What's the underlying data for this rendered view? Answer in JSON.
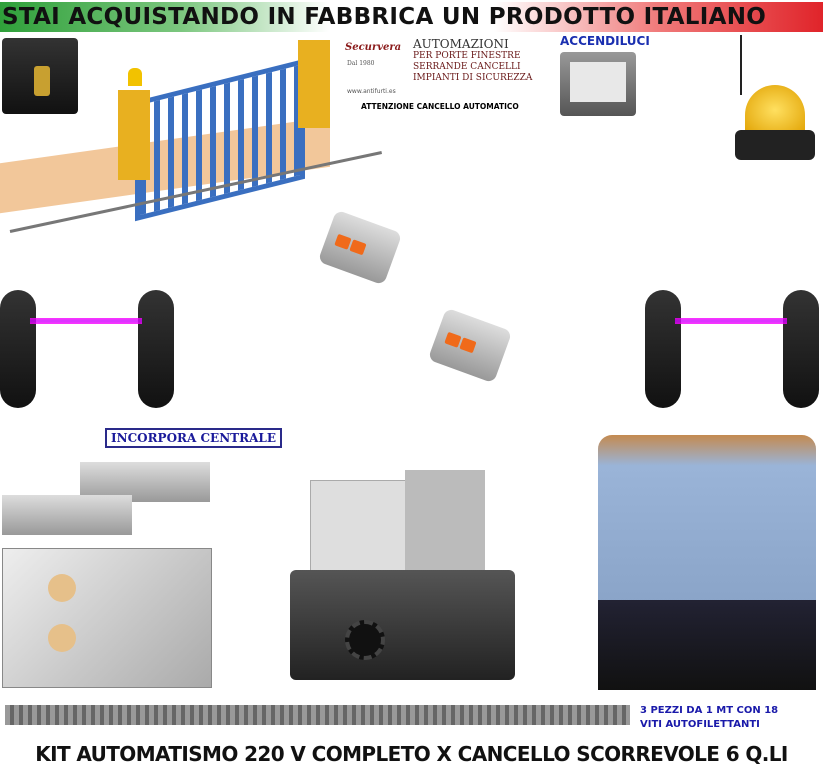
{
  "header": {
    "title": "STAI ACQUISTANDO IN FABBRICA UN PRODOTTO ITALIANO"
  },
  "logo": {
    "brand": "Securvera",
    "since": "Dal 1980",
    "url": "www.antifurti.es",
    "lines": [
      "AUTOMAZIONI",
      "PER PORTE FINESTRE",
      "SERRANDE CANCELLI",
      "IMPIANTI DI SICUREZZA"
    ],
    "warning": "ATTENZIONE CANCELLO AUTOMATICO"
  },
  "labels": {
    "accendiluci": "ACCENDILUCI",
    "incorpora": "INCORPORA CENTRALE",
    "pezzi_1": "3 PEZZI DA 1 MT CON 18",
    "pezzi_2": "VITI AUTOFILETTANTI"
  },
  "footer": {
    "title": "KIT AUTOMATISMO 220 V COMPLETO X CANCELLO SCORREVOLE 6 Q.LI"
  },
  "colors": {
    "green": "#2fa03a",
    "red": "#e0242a",
    "blue_label": "#1a2fb0",
    "gate_blue": "#3a6fc0",
    "lamp_yellow": "#f2c200"
  }
}
